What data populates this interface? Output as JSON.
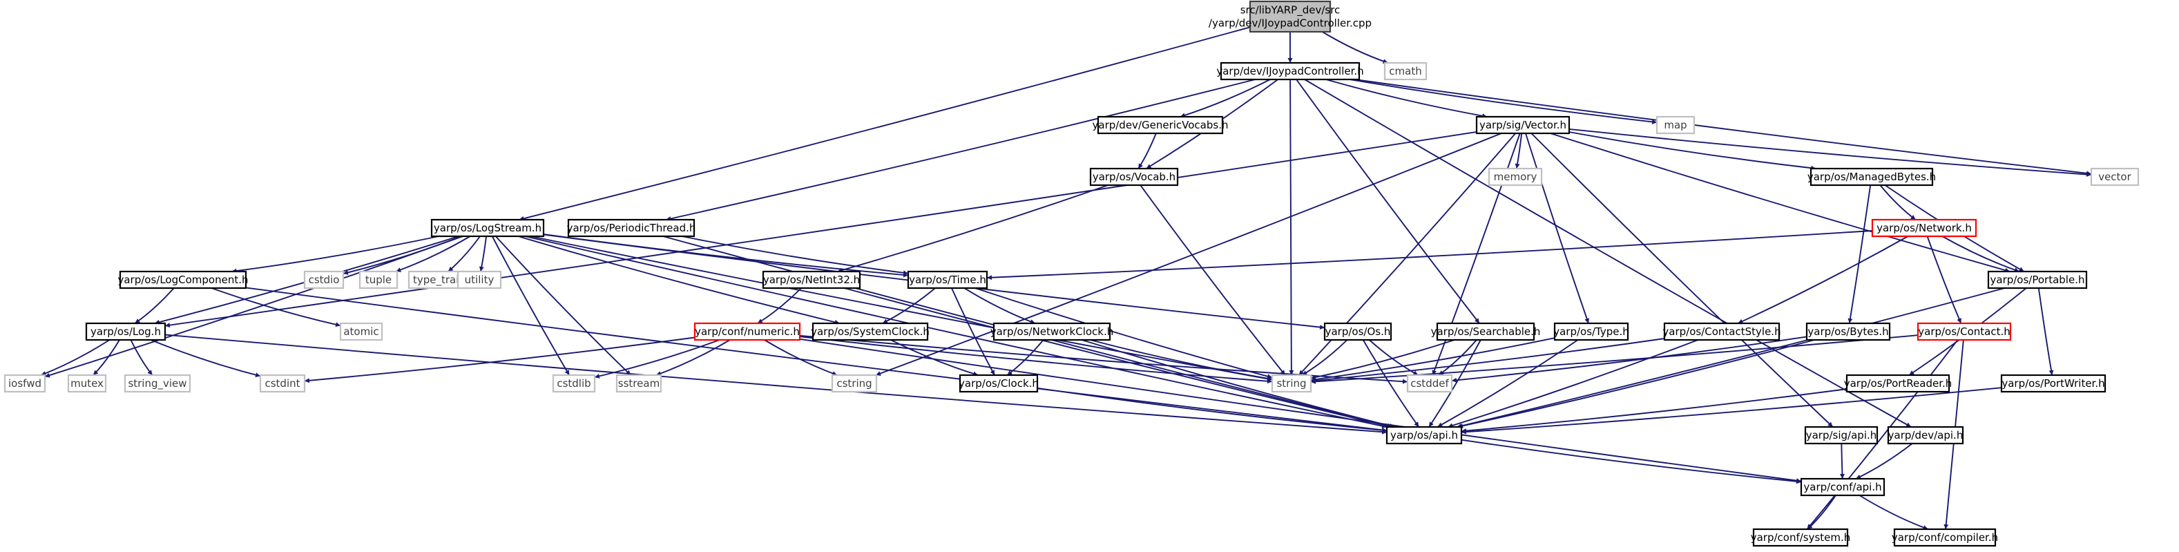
{
  "colors": {
    "edge": "#191970",
    "header_fill": "#bfbfbf",
    "header_border": "#404040",
    "normal_fill": "#ffffff",
    "normal_border": "#000000",
    "red_border": "#ff0000",
    "system_border": "#bfbfbf",
    "system_text": "#404040",
    "text": "#000000"
  },
  "nodes": [
    {
      "id": "root",
      "label_lines": [
        "src/libYARP_dev/src",
        "/yarp/dev/IJoypadController.cpp"
      ],
      "style": "header"
    },
    {
      "id": "ijoypad",
      "label_lines": [
        "yarp/dev/IJoypadController.h"
      ],
      "style": "normal"
    },
    {
      "id": "cmath",
      "label_lines": [
        "cmath"
      ],
      "style": "system"
    },
    {
      "id": "vector_h",
      "label_lines": [
        "yarp/sig/Vector.h"
      ],
      "style": "normal"
    },
    {
      "id": "generic_vocabs",
      "label_lines": [
        "yarp/dev/GenericVocabs.h"
      ],
      "style": "normal"
    },
    {
      "id": "map",
      "label_lines": [
        "map"
      ],
      "style": "system"
    },
    {
      "id": "vocab",
      "label_lines": [
        "yarp/os/Vocab.h"
      ],
      "style": "normal"
    },
    {
      "id": "memory",
      "label_lines": [
        "memory"
      ],
      "style": "system"
    },
    {
      "id": "managed_bytes",
      "label_lines": [
        "yarp/os/ManagedBytes.h"
      ],
      "style": "normal"
    },
    {
      "id": "vector_sys",
      "label_lines": [
        "vector"
      ],
      "style": "system"
    },
    {
      "id": "logstream",
      "label_lines": [
        "yarp/os/LogStream.h"
      ],
      "style": "normal"
    },
    {
      "id": "periodic_thread",
      "label_lines": [
        "yarp/os/PeriodicThread.h"
      ],
      "style": "normal"
    },
    {
      "id": "network",
      "label_lines": [
        "yarp/os/Network.h"
      ],
      "style": "red"
    },
    {
      "id": "log_component",
      "label_lines": [
        "yarp/os/LogComponent.h"
      ],
      "style": "normal"
    },
    {
      "id": "cstdio",
      "label_lines": [
        "cstdio"
      ],
      "style": "system"
    },
    {
      "id": "tuple",
      "label_lines": [
        "tuple"
      ],
      "style": "system"
    },
    {
      "id": "type_traits",
      "label_lines": [
        "type_traits"
      ],
      "style": "system"
    },
    {
      "id": "utility",
      "label_lines": [
        "utility"
      ],
      "style": "system"
    },
    {
      "id": "netint32",
      "label_lines": [
        "yarp/os/NetInt32.h"
      ],
      "style": "normal"
    },
    {
      "id": "time",
      "label_lines": [
        "yarp/os/Time.h"
      ],
      "style": "normal"
    },
    {
      "id": "portable",
      "label_lines": [
        "yarp/os/Portable.h"
      ],
      "style": "normal"
    },
    {
      "id": "log",
      "label_lines": [
        "yarp/os/Log.h"
      ],
      "style": "normal"
    },
    {
      "id": "atomic",
      "label_lines": [
        "atomic"
      ],
      "style": "system"
    },
    {
      "id": "numeric",
      "label_lines": [
        "yarp/conf/numeric.h"
      ],
      "style": "red"
    },
    {
      "id": "system_clock",
      "label_lines": [
        "yarp/os/SystemClock.h"
      ],
      "style": "normal"
    },
    {
      "id": "network_clock",
      "label_lines": [
        "yarp/os/NetworkClock.h"
      ],
      "style": "normal"
    },
    {
      "id": "os",
      "label_lines": [
        "yarp/os/Os.h"
      ],
      "style": "normal"
    },
    {
      "id": "searchable",
      "label_lines": [
        "yarp/os/Searchable.h"
      ],
      "style": "normal"
    },
    {
      "id": "type",
      "label_lines": [
        "yarp/os/Type.h"
      ],
      "style": "normal"
    },
    {
      "id": "contact_style",
      "label_lines": [
        "yarp/os/ContactStyle.h"
      ],
      "style": "normal"
    },
    {
      "id": "bytes",
      "label_lines": [
        "yarp/os/Bytes.h"
      ],
      "style": "normal"
    },
    {
      "id": "contact",
      "label_lines": [
        "yarp/os/Contact.h"
      ],
      "style": "red"
    },
    {
      "id": "iosfwd",
      "label_lines": [
        "iosfwd"
      ],
      "style": "system"
    },
    {
      "id": "mutex",
      "label_lines": [
        "mutex"
      ],
      "style": "system"
    },
    {
      "id": "string_view",
      "label_lines": [
        "string_view"
      ],
      "style": "system"
    },
    {
      "id": "cstdint",
      "label_lines": [
        "cstdint"
      ],
      "style": "system"
    },
    {
      "id": "cstdlib",
      "label_lines": [
        "cstdlib"
      ],
      "style": "system"
    },
    {
      "id": "sstream",
      "label_lines": [
        "sstream"
      ],
      "style": "system"
    },
    {
      "id": "cstring",
      "label_lines": [
        "cstring"
      ],
      "style": "system"
    },
    {
      "id": "string",
      "label_lines": [
        "string"
      ],
      "style": "system"
    },
    {
      "id": "cstddef",
      "label_lines": [
        "cstddef"
      ],
      "style": "system"
    },
    {
      "id": "clock",
      "label_lines": [
        "yarp/os/Clock.h"
      ],
      "style": "normal"
    },
    {
      "id": "port_reader",
      "label_lines": [
        "yarp/os/PortReader.h"
      ],
      "style": "normal"
    },
    {
      "id": "port_writer",
      "label_lines": [
        "yarp/os/PortWriter.h"
      ],
      "style": "normal"
    },
    {
      "id": "os_api",
      "label_lines": [
        "yarp/os/api.h"
      ],
      "style": "normal"
    },
    {
      "id": "sig_api",
      "label_lines": [
        "yarp/sig/api.h"
      ],
      "style": "normal"
    },
    {
      "id": "dev_api",
      "label_lines": [
        "yarp/dev/api.h"
      ],
      "style": "normal"
    },
    {
      "id": "conf_api",
      "label_lines": [
        "yarp/conf/api.h"
      ],
      "style": "normal"
    },
    {
      "id": "conf_system",
      "label_lines": [
        "yarp/conf/system.h"
      ],
      "style": "normal"
    },
    {
      "id": "conf_compiler",
      "label_lines": [
        "yarp/conf/compiler.h"
      ],
      "style": "normal"
    }
  ],
  "edges": [
    [
      "root",
      "ijoypad"
    ],
    [
      "root",
      "cmath"
    ],
    [
      "root",
      "logstream"
    ],
    [
      "ijoypad",
      "vector_h"
    ],
    [
      "ijoypad",
      "generic_vocabs"
    ],
    [
      "ijoypad",
      "map"
    ],
    [
      "ijoypad",
      "vocab"
    ],
    [
      "ijoypad",
      "vector_sys"
    ],
    [
      "ijoypad",
      "periodic_thread"
    ],
    [
      "ijoypad",
      "searchable"
    ],
    [
      "ijoypad",
      "string"
    ],
    [
      "ijoypad",
      "dev_api"
    ],
    [
      "generic_vocabs",
      "vocab"
    ],
    [
      "vector_h",
      "memory"
    ],
    [
      "vector_h",
      "managed_bytes"
    ],
    [
      "vector_h",
      "vector_sys"
    ],
    [
      "vector_h",
      "portable"
    ],
    [
      "vector_h",
      "type"
    ],
    [
      "vector_h",
      "log"
    ],
    [
      "vector_h",
      "cstring"
    ],
    [
      "vector_h",
      "string"
    ],
    [
      "vector_h",
      "cstddef"
    ],
    [
      "vector_h",
      "sig_api"
    ],
    [
      "vocab",
      "netint32"
    ],
    [
      "vocab",
      "string"
    ],
    [
      "managed_bytes",
      "network"
    ],
    [
      "managed_bytes",
      "portable"
    ],
    [
      "managed_bytes",
      "bytes"
    ],
    [
      "network",
      "time"
    ],
    [
      "network",
      "portable"
    ],
    [
      "network",
      "contact_style"
    ],
    [
      "network",
      "contact"
    ],
    [
      "logstream",
      "log_component"
    ],
    [
      "logstream",
      "log"
    ],
    [
      "logstream",
      "iosfwd"
    ],
    [
      "logstream",
      "cstdio"
    ],
    [
      "logstream",
      "tuple"
    ],
    [
      "logstream",
      "type_traits"
    ],
    [
      "logstream",
      "utility"
    ],
    [
      "logstream",
      "time"
    ],
    [
      "logstream",
      "system_clock"
    ],
    [
      "logstream",
      "os"
    ],
    [
      "logstream",
      "cstdlib"
    ],
    [
      "logstream",
      "sstream"
    ],
    [
      "logstream",
      "string"
    ],
    [
      "logstream",
      "os_api"
    ],
    [
      "periodic_thread",
      "time"
    ],
    [
      "periodic_thread",
      "os_api"
    ],
    [
      "log_component",
      "log"
    ],
    [
      "log_component",
      "atomic"
    ],
    [
      "log_component",
      "os_api"
    ],
    [
      "log",
      "iosfwd"
    ],
    [
      "log",
      "mutex"
    ],
    [
      "log",
      "string_view"
    ],
    [
      "log",
      "cstdint"
    ],
    [
      "log",
      "os_api"
    ],
    [
      "netint32",
      "numeric"
    ],
    [
      "netint32",
      "os_api"
    ],
    [
      "numeric",
      "cstdint"
    ],
    [
      "numeric",
      "cstdlib"
    ],
    [
      "numeric",
      "sstream"
    ],
    [
      "numeric",
      "cstring"
    ],
    [
      "numeric",
      "string"
    ],
    [
      "numeric",
      "cstddef"
    ],
    [
      "numeric",
      "conf_api"
    ],
    [
      "time",
      "system_clock"
    ],
    [
      "time",
      "network_clock"
    ],
    [
      "time",
      "clock"
    ],
    [
      "time",
      "string"
    ],
    [
      "system_clock",
      "clock"
    ],
    [
      "network_clock",
      "clock"
    ],
    [
      "network_clock",
      "string"
    ],
    [
      "network_clock",
      "os_api"
    ],
    [
      "clock",
      "os_api"
    ],
    [
      "os",
      "string"
    ],
    [
      "os",
      "cstddef"
    ],
    [
      "os",
      "os_api"
    ],
    [
      "searchable",
      "string"
    ],
    [
      "searchable",
      "cstddef"
    ],
    [
      "searchable",
      "os_api"
    ],
    [
      "type",
      "string"
    ],
    [
      "type",
      "os_api"
    ],
    [
      "contact_style",
      "string"
    ],
    [
      "contact_style",
      "os_api"
    ],
    [
      "bytes",
      "cstddef"
    ],
    [
      "bytes",
      "os_api"
    ],
    [
      "contact",
      "string"
    ],
    [
      "contact",
      "conf_system"
    ],
    [
      "contact",
      "conf_compiler"
    ],
    [
      "portable",
      "port_reader"
    ],
    [
      "portable",
      "port_writer"
    ],
    [
      "portable",
      "os_api"
    ],
    [
      "port_reader",
      "os_api"
    ],
    [
      "port_writer",
      "os_api"
    ],
    [
      "os_api",
      "conf_api"
    ],
    [
      "sig_api",
      "conf_api"
    ],
    [
      "dev_api",
      "conf_api"
    ],
    [
      "conf_api",
      "conf_system"
    ],
    [
      "conf_api",
      "conf_compiler"
    ]
  ]
}
